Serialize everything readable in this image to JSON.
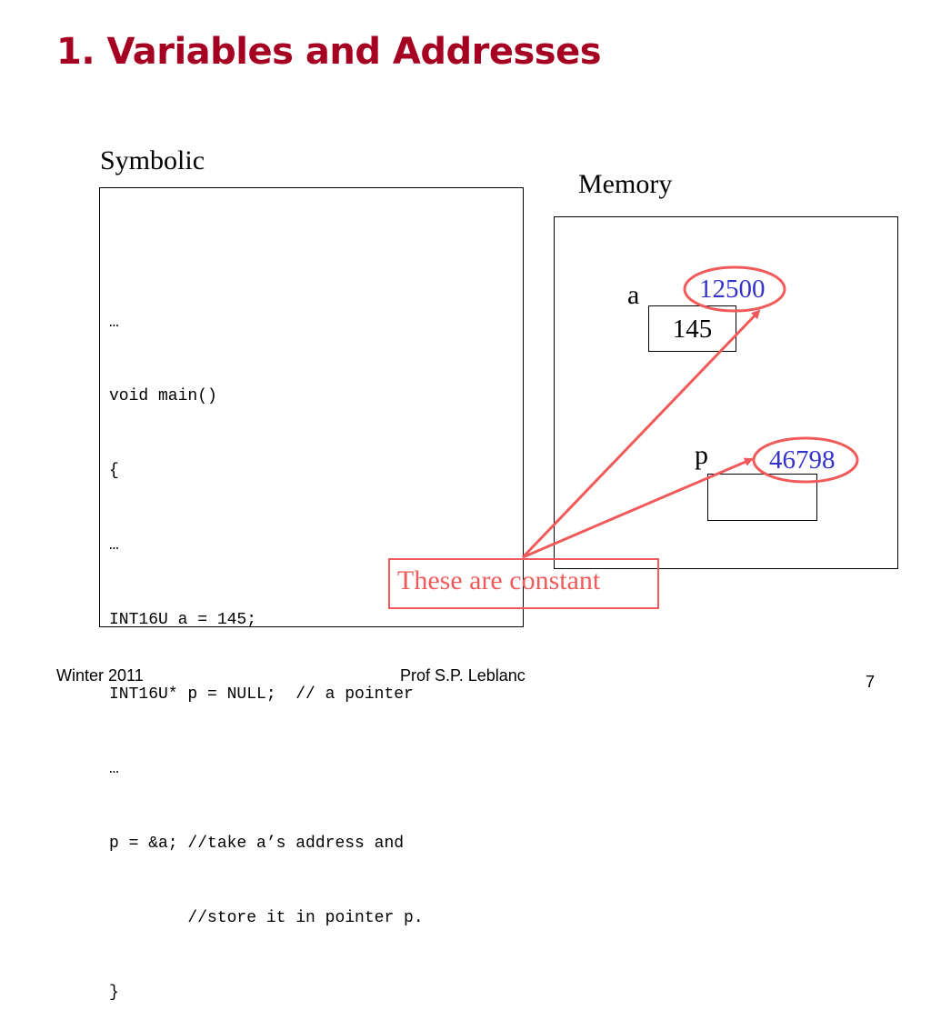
{
  "slide": {
    "title": "1. Variables and Addresses",
    "symbolic_label": "Symbolic",
    "memory_label": "Memory"
  },
  "code_lines": [
    "…",
    "void main()",
    "{",
    "…",
    "INT16U a = 145;",
    "INT16U* p = NULL;  // a pointer",
    "…",
    "p = &a; //take a’s address and",
    "        //store it in pointer p.",
    "}"
  ],
  "memory": {
    "var_a": {
      "name": "a",
      "address": "12500",
      "value": "145"
    },
    "var_p": {
      "name": "p",
      "address": "46798",
      "value": ""
    }
  },
  "note": "These are constant",
  "colors": {
    "title": "#a50021",
    "annotation": "#f05a5a",
    "address": "#3333cc"
  },
  "footer": {
    "left": "Winter 2011",
    "center": "Prof S.P. Leblanc",
    "page": "7"
  }
}
